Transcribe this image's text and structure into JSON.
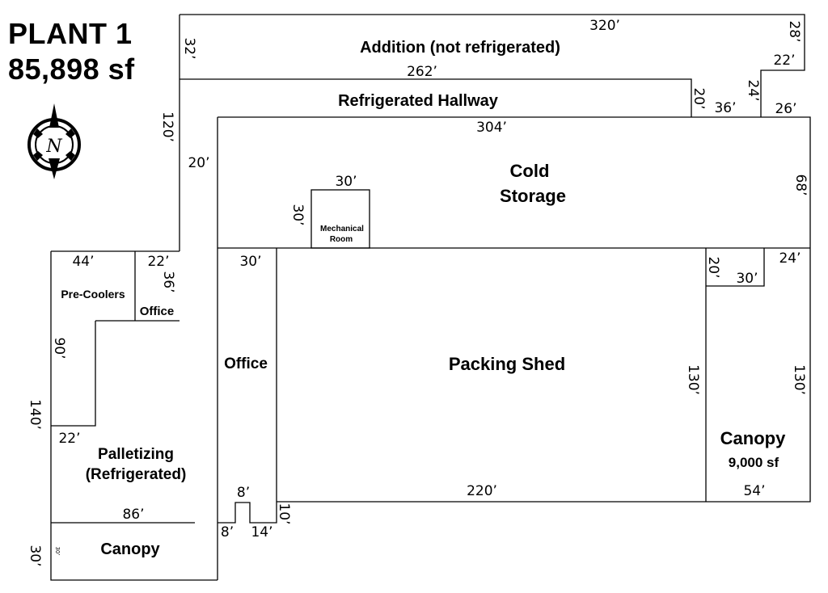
{
  "title": {
    "line1": "PLANT 1",
    "line2": "85,898 sf"
  },
  "compass": {
    "icon": "north-arrow-icon",
    "letter": "N"
  },
  "rooms": {
    "addition": "Addition (not refrigerated)",
    "hallway": "Refrigerated Hallway",
    "cold_storage_1": "Cold",
    "cold_storage_2": "Storage",
    "mechanical_1": "Mechanical",
    "mechanical_2": "Room",
    "pre_coolers": "Pre-Coolers",
    "office_small": "Office",
    "office_main": "Office",
    "packing_shed": "Packing Shed",
    "canopy_right": "Canopy",
    "canopy_right_area": "9,000 sf",
    "palletizing_1": "Palletizing",
    "palletizing_2": "(Refrigerated)",
    "canopy_bottom": "Canopy"
  },
  "dimensions": {
    "d320": "320’",
    "d28": "28’",
    "d32": "32’",
    "d22a": "22’",
    "d262": "262’",
    "d20a": "20’",
    "d36a": "36’",
    "d24a": "24’",
    "d26": "26’",
    "d120": "120’",
    "d304": "304’",
    "d20b": "20’",
    "d30mech_top": "30’",
    "d30mech_side": "30’",
    "d68": "68’",
    "d44": "44’",
    "d22b": "22’",
    "d36b": "36’",
    "d30office": "30’",
    "d20c": "20’",
    "d30c": "30’",
    "d24b": "24’",
    "d90": "90’",
    "d130a": "130’",
    "d130b": "130’",
    "d140": "140’",
    "d22c": "22’",
    "d220": "220’",
    "d54": "54’",
    "d86": "86’",
    "d8a": "8’",
    "d8b": "8’",
    "d14": "14’",
    "d10": "10’",
    "d30canopy": "30’",
    "d30tiny": "30’"
  }
}
